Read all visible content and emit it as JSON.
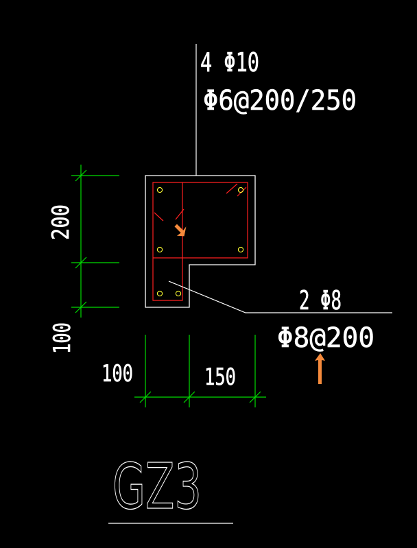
{
  "drawing": {
    "background": "#000000",
    "colors": {
      "outline": "#ffffff",
      "rebar": "#ff2020",
      "bars": "#ffff33",
      "dimension": "#00dd00",
      "pointer": "#f58a3c"
    },
    "labels": {
      "top_main_rebar": "4 Φ10",
      "top_stirrup": "Φ6@200/250",
      "right_main_rebar": "2 Φ8",
      "right_stirrup": "Φ8@200",
      "title": "GZ3"
    },
    "dimensions": {
      "left_upper": "200",
      "left_lower": "100",
      "bottom_left": "100",
      "bottom_right": "150"
    },
    "pointer_icons": [
      "arrow-pointer-icon",
      "arrow-pointer-icon"
    ]
  }
}
